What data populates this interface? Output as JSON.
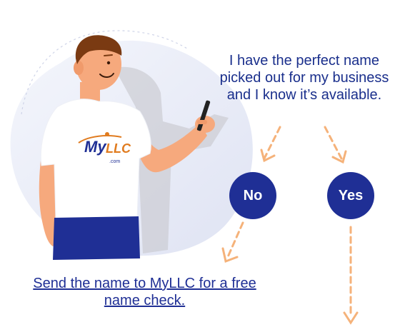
{
  "question_text": "I have the perfect name picked out for my business and I know it’s available.",
  "options": {
    "no_label": "No",
    "yes_label": "Yes"
  },
  "cta": {
    "text": "Send the name to MyLLC for a free name check."
  },
  "shirt_logo": {
    "text": "MyLLC",
    "suffix": ".com"
  },
  "colors": {
    "brand_blue": "#1f2f95",
    "arrow_orange": "#f5b27a",
    "blob_bg": "#eceff9",
    "skin": "#f6a97d",
    "hair": "#7a3a12"
  }
}
